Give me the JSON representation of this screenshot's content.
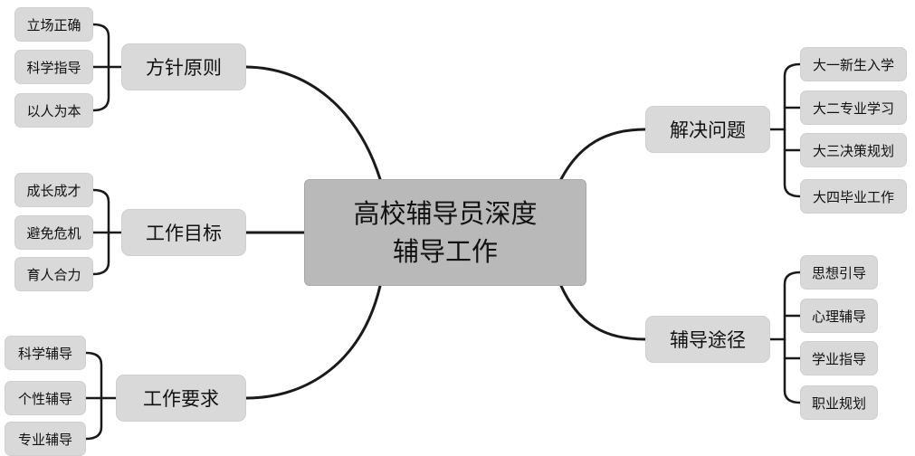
{
  "mindmap": {
    "root": {
      "line1": "高校辅导员深度",
      "line2": "辅导工作"
    },
    "branches": [
      {
        "label": "方针原则",
        "leaves": [
          "立场正确",
          "科学指导",
          "以人为本"
        ]
      },
      {
        "label": "工作目标",
        "leaves": [
          "成长成才",
          "避免危机",
          "育人合力"
        ]
      },
      {
        "label": "工作要求",
        "leaves": [
          "科学辅导",
          "个性辅导",
          "专业辅导"
        ]
      },
      {
        "label": "解决问题",
        "leaves": [
          "大一新生入学",
          "大二专业学习",
          "大三决策规划",
          "大四毕业工作"
        ]
      },
      {
        "label": "辅导途径",
        "leaves": [
          "思想引导",
          "心理辅导",
          "学业指导",
          "职业规划"
        ]
      }
    ]
  }
}
